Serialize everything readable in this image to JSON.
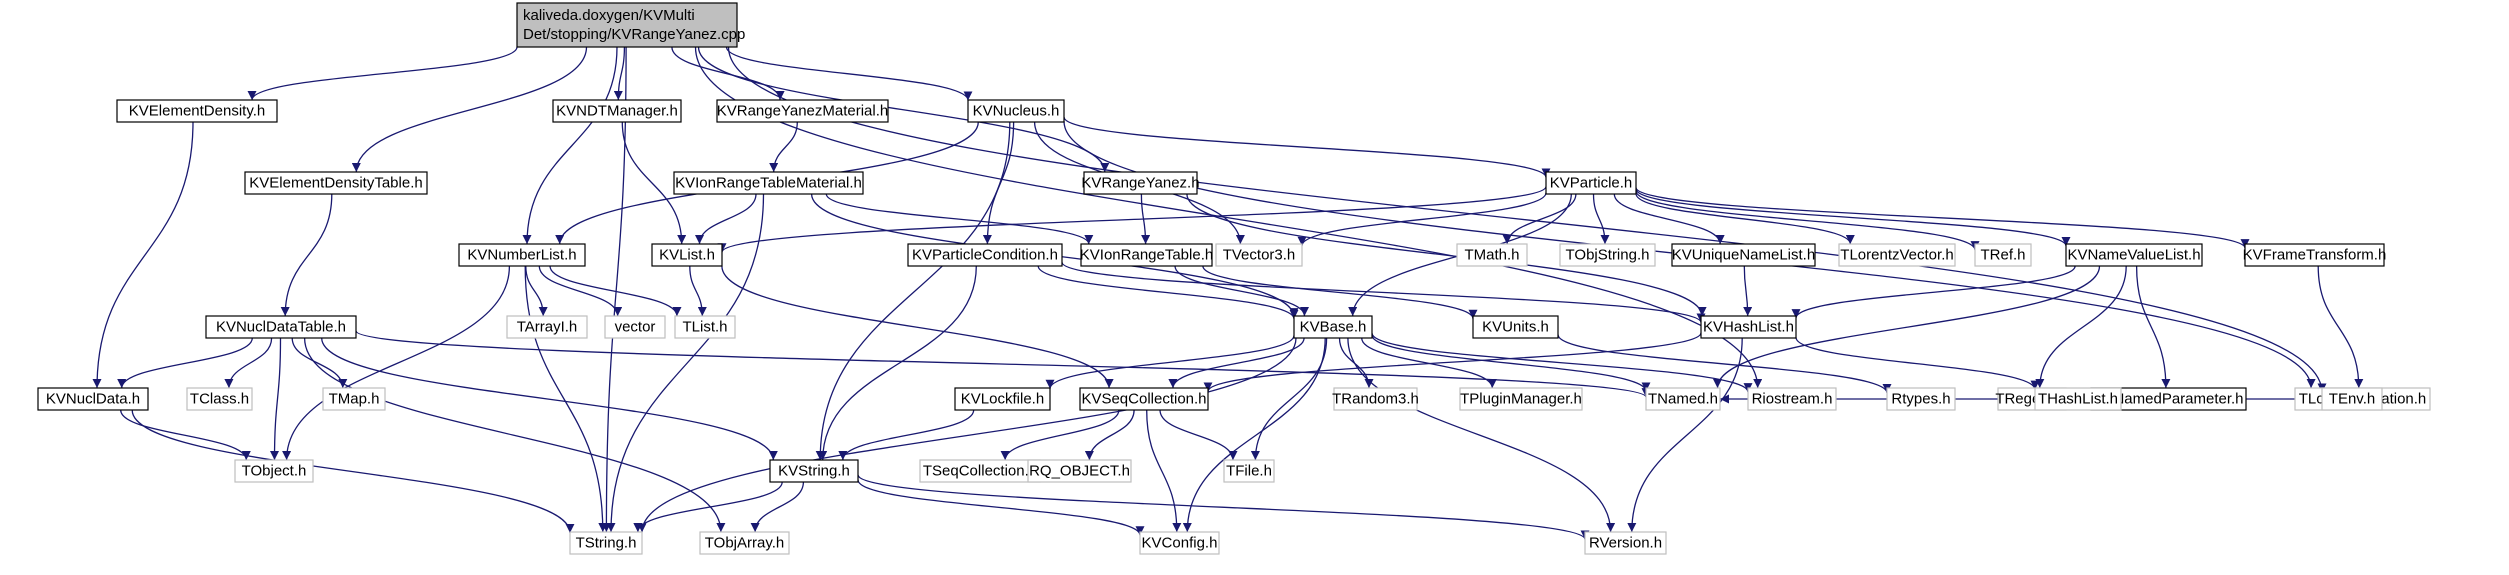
{
  "graph": {
    "colors": {
      "edge": "#191970",
      "dark_border": "#000000",
      "light_border": "#bfbfbf",
      "root_fill": "#bfbfbf",
      "fill": "#ffffff",
      "text": "#000000"
    },
    "nodes": [
      {
        "id": "root",
        "lines": [
          "kaliveda.doxygen/KVMulti",
          "Det/stopping/KVRangeYanez.cpp"
        ],
        "style": "root"
      },
      {
        "id": "KVElementDensity",
        "lines": [
          "KVElementDensity.h"
        ],
        "style": "dark"
      },
      {
        "id": "KVNDTManager",
        "lines": [
          "KVNDTManager.h"
        ],
        "style": "dark"
      },
      {
        "id": "KVRangeYanezMaterial",
        "lines": [
          "KVRangeYanezMaterial.h"
        ],
        "style": "dark"
      },
      {
        "id": "KVNucleus",
        "lines": [
          "KVNucleus.h"
        ],
        "style": "dark"
      },
      {
        "id": "KVElementDensityTable",
        "lines": [
          "KVElementDensityTable.h"
        ],
        "style": "dark"
      },
      {
        "id": "KVIonRangeTableMaterial",
        "lines": [
          "KVIonRangeTableMaterial.h"
        ],
        "style": "dark"
      },
      {
        "id": "KVRangeYanez",
        "lines": [
          "KVRangeYanez.h"
        ],
        "style": "dark"
      },
      {
        "id": "KVParticle",
        "lines": [
          "KVParticle.h"
        ],
        "style": "dark"
      },
      {
        "id": "KVNumberList",
        "lines": [
          "KVNumberList.h"
        ],
        "style": "dark"
      },
      {
        "id": "KVList",
        "lines": [
          "KVList.h"
        ],
        "style": "dark"
      },
      {
        "id": "KVParticleCondition",
        "lines": [
          "KVParticleCondition.h"
        ],
        "style": "dark"
      },
      {
        "id": "KVIonRangeTable",
        "lines": [
          "KVIonRangeTable.h"
        ],
        "style": "dark"
      },
      {
        "id": "TVector3",
        "lines": [
          "TVector3.h"
        ],
        "style": "light"
      },
      {
        "id": "TMath",
        "lines": [
          "TMath.h"
        ],
        "style": "light"
      },
      {
        "id": "TObjString",
        "lines": [
          "TObjString.h"
        ],
        "style": "light"
      },
      {
        "id": "KVUniqueNameList",
        "lines": [
          "KVUniqueNameList.h"
        ],
        "style": "dark"
      },
      {
        "id": "TLorentzVector",
        "lines": [
          "TLorentzVector.h"
        ],
        "style": "light"
      },
      {
        "id": "TRef",
        "lines": [
          "TRef.h"
        ],
        "style": "light"
      },
      {
        "id": "KVNameValueList",
        "lines": [
          "KVNameValueList.h"
        ],
        "style": "dark"
      },
      {
        "id": "KVFrameTransform",
        "lines": [
          "KVFrameTransform.h"
        ],
        "style": "dark"
      },
      {
        "id": "KVNuclDataTable",
        "lines": [
          "KVNuclDataTable.h"
        ],
        "style": "dark"
      },
      {
        "id": "TArrayI",
        "lines": [
          "TArrayI.h"
        ],
        "style": "light"
      },
      {
        "id": "vector",
        "lines": [
          "vector"
        ],
        "style": "light"
      },
      {
        "id": "TList",
        "lines": [
          "TList.h"
        ],
        "style": "light"
      },
      {
        "id": "KVBase",
        "lines": [
          "KVBase.h"
        ],
        "style": "dark"
      },
      {
        "id": "KVUnits",
        "lines": [
          "KVUnits.h"
        ],
        "style": "dark"
      },
      {
        "id": "KVHashList",
        "lines": [
          "KVHashList.h"
        ],
        "style": "dark"
      },
      {
        "id": "TRegexp",
        "lines": [
          "TRegexp.h"
        ],
        "style": "light"
      },
      {
        "id": "KVNamedParameter",
        "lines": [
          "KVNamedParameter.h"
        ],
        "style": "dark"
      },
      {
        "id": "TLorentzRotation",
        "lines": [
          "TLorentzRotation.h"
        ],
        "style": "light"
      },
      {
        "id": "KVNuclData",
        "lines": [
          "KVNuclData.h"
        ],
        "style": "dark"
      },
      {
        "id": "TClass",
        "lines": [
          "TClass.h"
        ],
        "style": "light"
      },
      {
        "id": "TMap",
        "lines": [
          "TMap.h"
        ],
        "style": "light"
      },
      {
        "id": "KVLockfile",
        "lines": [
          "KVLockfile.h"
        ],
        "style": "dark"
      },
      {
        "id": "KVSeqCollection",
        "lines": [
          "KVSeqCollection.h"
        ],
        "style": "dark"
      },
      {
        "id": "TRandom3",
        "lines": [
          "TRandom3.h"
        ],
        "style": "light"
      },
      {
        "id": "TPluginManager",
        "lines": [
          "TPluginManager.h"
        ],
        "style": "light"
      },
      {
        "id": "TNamed",
        "lines": [
          "TNamed.h"
        ],
        "style": "light"
      },
      {
        "id": "Riostream",
        "lines": [
          "Riostream.h"
        ],
        "style": "light"
      },
      {
        "id": "Rtypes",
        "lines": [
          "Rtypes.h"
        ],
        "style": "light"
      },
      {
        "id": "THashList",
        "lines": [
          "THashList.h"
        ],
        "style": "light"
      },
      {
        "id": "TEnv",
        "lines": [
          "TEnv.h"
        ],
        "style": "light"
      },
      {
        "id": "TObject",
        "lines": [
          "TObject.h"
        ],
        "style": "light"
      },
      {
        "id": "KVString",
        "lines": [
          "KVString.h"
        ],
        "style": "dark"
      },
      {
        "id": "TSeqCollection",
        "lines": [
          "TSeqCollection.h"
        ],
        "style": "light"
      },
      {
        "id": "RQ_OBJECT",
        "lines": [
          "RQ_OBJECT.h"
        ],
        "style": "light"
      },
      {
        "id": "TFile",
        "lines": [
          "TFile.h"
        ],
        "style": "light"
      },
      {
        "id": "TString",
        "lines": [
          "TString.h"
        ],
        "style": "light"
      },
      {
        "id": "TObjArray",
        "lines": [
          "TObjArray.h"
        ],
        "style": "light"
      },
      {
        "id": "KVConfig",
        "lines": [
          "KVConfig.h"
        ],
        "style": "light"
      },
      {
        "id": "RVersion",
        "lines": [
          "RVersion.h"
        ],
        "style": "light"
      }
    ],
    "edges": [
      [
        "root",
        "KVElementDensity"
      ],
      [
        "root",
        "KVNDTManager"
      ],
      [
        "root",
        "KVRangeYanezMaterial"
      ],
      [
        "root",
        "KVNucleus"
      ],
      [
        "root",
        "KVElementDensityTable"
      ],
      [
        "root",
        "KVRangeYanez"
      ],
      [
        "root",
        "KVNumberList"
      ],
      [
        "root",
        "TString"
      ],
      [
        "root",
        "TEnv"
      ],
      [
        "root",
        "Riostream"
      ],
      [
        "KVElementDensity",
        "KVNuclData"
      ],
      [
        "KVNDTManager",
        "KVList"
      ],
      [
        "KVRangeYanezMaterial",
        "KVIonRangeTableMaterial"
      ],
      [
        "KVElementDensityTable",
        "KVNuclDataTable"
      ],
      [
        "KVNucleus",
        "KVParticle"
      ],
      [
        "KVNucleus",
        "KVNumberList"
      ],
      [
        "KVNucleus",
        "KVParticleCondition"
      ],
      [
        "KVNucleus",
        "KVString"
      ],
      [
        "KVNucleus",
        "TVector3"
      ],
      [
        "KVNucleus",
        "TLorentzRotation"
      ],
      [
        "KVIonRangeTableMaterial",
        "KVList"
      ],
      [
        "KVIonRangeTableMaterial",
        "KVIonRangeTable"
      ],
      [
        "KVIonRangeTableMaterial",
        "KVBase"
      ],
      [
        "KVIonRangeTableMaterial",
        "TString"
      ],
      [
        "KVRangeYanez",
        "KVIonRangeTable"
      ],
      [
        "KVRangeYanez",
        "KVHashList"
      ],
      [
        "KVParticle",
        "KVList"
      ],
      [
        "KVParticle",
        "TVector3"
      ],
      [
        "KVParticle",
        "TMath"
      ],
      [
        "KVParticle",
        "TObjString"
      ],
      [
        "KVParticle",
        "KVUniqueNameList"
      ],
      [
        "KVParticle",
        "TLorentzVector"
      ],
      [
        "KVParticle",
        "TRef"
      ],
      [
        "KVParticle",
        "KVNameValueList"
      ],
      [
        "KVParticle",
        "KVFrameTransform"
      ],
      [
        "KVParticle",
        "KVBase"
      ],
      [
        "KVNumberList",
        "TArrayI"
      ],
      [
        "KVNumberList",
        "vector"
      ],
      [
        "KVNumberList",
        "TList"
      ],
      [
        "KVNumberList",
        "TString"
      ],
      [
        "KVNumberList",
        "TObject"
      ],
      [
        "KVList",
        "TList"
      ],
      [
        "KVList",
        "KVSeqCollection"
      ],
      [
        "KVParticleCondition",
        "KVBase"
      ],
      [
        "KVParticleCondition",
        "KVHashList"
      ],
      [
        "KVParticleCondition",
        "KVString"
      ],
      [
        "KVIonRangeTable",
        "KVBase"
      ],
      [
        "KVIonRangeTable",
        "KVUnits"
      ],
      [
        "KVUniqueNameList",
        "KVHashList"
      ],
      [
        "KVNameValueList",
        "KVHashList"
      ],
      [
        "KVNameValueList",
        "TRegexp"
      ],
      [
        "KVNameValueList",
        "KVNamedParameter"
      ],
      [
        "KVNameValueList",
        "TNamed"
      ],
      [
        "KVFrameTransform",
        "TLorentzRotation"
      ],
      [
        "KVNuclDataTable",
        "KVNuclData"
      ],
      [
        "KVNuclDataTable",
        "TClass"
      ],
      [
        "KVNuclDataTable",
        "TMap"
      ],
      [
        "KVNuclDataTable",
        "TObject"
      ],
      [
        "KVNuclDataTable",
        "TObjArray"
      ],
      [
        "KVNuclDataTable",
        "KVString"
      ],
      [
        "KVNuclDataTable",
        "TNamed"
      ],
      [
        "KVBase",
        "KVLockfile"
      ],
      [
        "KVBase",
        "KVSeqCollection"
      ],
      [
        "KVBase",
        "TRandom3"
      ],
      [
        "KVBase",
        "TPluginManager"
      ],
      [
        "KVBase",
        "TNamed"
      ],
      [
        "KVBase",
        "Riostream"
      ],
      [
        "KVBase",
        "TFile"
      ],
      [
        "KVBase",
        "KVConfig"
      ],
      [
        "KVBase",
        "RVersion"
      ],
      [
        "KVBase",
        "TString"
      ],
      [
        "KVUnits",
        "Rtypes"
      ],
      [
        "KVHashList",
        "KVSeqCollection"
      ],
      [
        "KVHashList",
        "THashList"
      ],
      [
        "KVHashList",
        "RVersion"
      ],
      [
        "KVNamedParameter",
        "TNamed"
      ],
      [
        "KVNamedParameter",
        "TEnv"
      ],
      [
        "KVNuclData",
        "TObject"
      ],
      [
        "KVNuclData",
        "TString"
      ],
      [
        "KVLockfile",
        "KVString"
      ],
      [
        "KVSeqCollection",
        "TSeqCollection"
      ],
      [
        "KVSeqCollection",
        "RQ_OBJECT"
      ],
      [
        "KVSeqCollection",
        "TFile"
      ],
      [
        "KVSeqCollection",
        "KVConfig"
      ],
      [
        "KVString",
        "TString"
      ],
      [
        "KVString",
        "TObjArray"
      ],
      [
        "KVString",
        "KVConfig"
      ],
      [
        "KVString",
        "RVersion"
      ]
    ]
  }
}
